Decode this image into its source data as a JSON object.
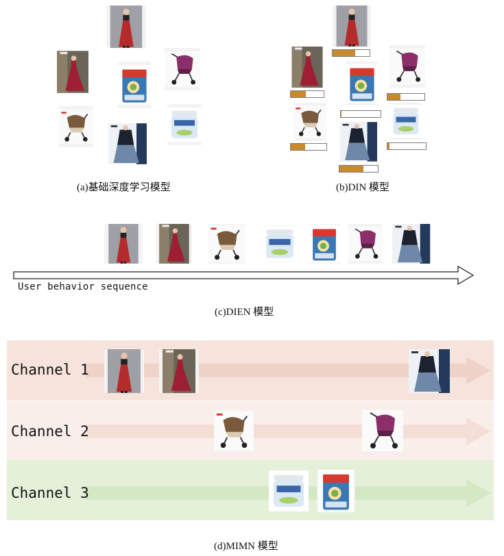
{
  "captions": {
    "a": "(a)基础深度学习模型",
    "b": "(b)DIN 模型",
    "c": "(c)DIEN 模型",
    "d": "(d)MIMN 模型"
  },
  "dien": {
    "sequence_label": "User behavior sequence"
  },
  "din": {
    "attention_weights": [
      0.62,
      0.45,
      0.02,
      0.35,
      0.4,
      0.05,
      0.62
    ]
  },
  "mimn": {
    "channels": [
      {
        "label": "Channel 1",
        "color": "#f0d3c8",
        "band": "#f6e4dc"
      },
      {
        "label": "Channel 2",
        "color": "#f4ded6",
        "band": "#f9eeea"
      },
      {
        "label": "Channel 3",
        "color": "#d5e8c4",
        "band": "#e5f0d9"
      }
    ]
  },
  "colors": {
    "accent_bar": "#c98a2c",
    "dress": "#b52a2a",
    "stroller": "#8a2f6a",
    "milk_can": "#3a78b5"
  },
  "icons": [
    "dress-icon",
    "long-dress-icon",
    "stroller-icon",
    "milk-can-icon",
    "milk-tub-icon",
    "jacket-icon"
  ]
}
